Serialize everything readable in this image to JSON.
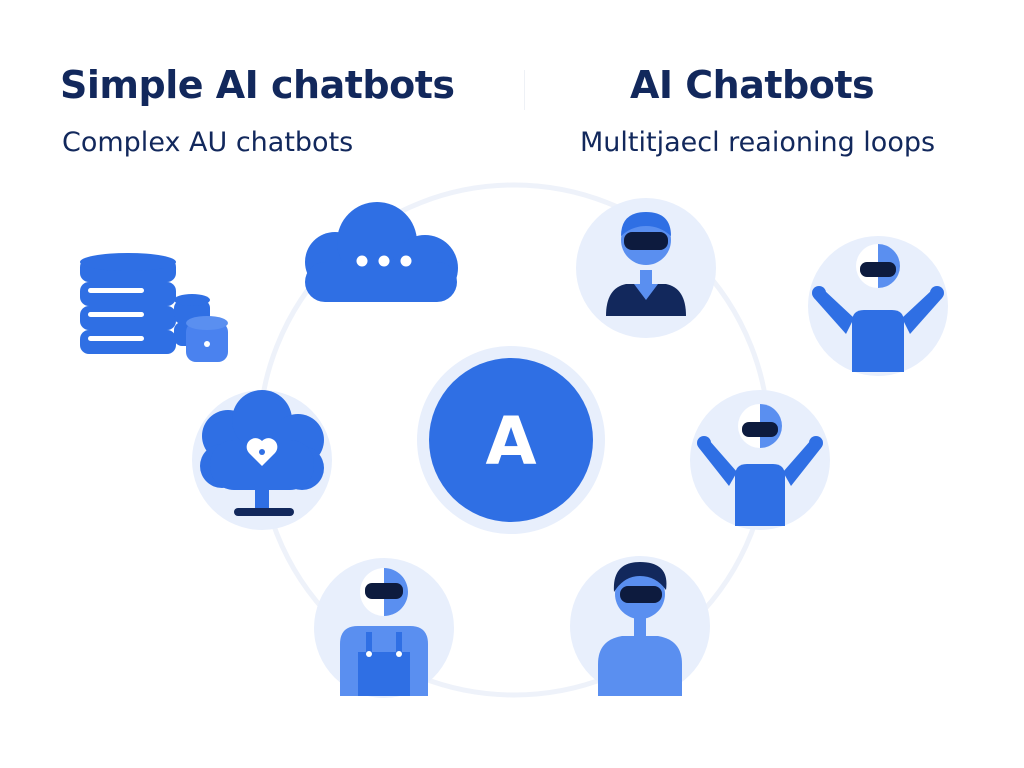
{
  "colors": {
    "navy": "#12285c",
    "primary": "#2f6fe4",
    "medium": "#4a82ef",
    "light": "#5a8ff0",
    "circle_bg": "#e8effc",
    "loop": "#eef2fa",
    "visor": "#0d1b3e"
  },
  "header": {
    "left_title": "Simple AI chatbots",
    "left_subtitle": "Complex AU chatbots",
    "right_title": "AI Chatbots",
    "right_subtitle": "Multitjaecl reaioning loops"
  },
  "center_node": {
    "label": "A"
  },
  "icons": {
    "database": "database-stack-icon",
    "cloud_chat": "cloud-chat-icon",
    "heart_tree": "heart-tree-icon",
    "agents": [
      "agent-vr-headset-icon",
      "agent-arms-raised-icon",
      "agent-arms-raised-icon",
      "agent-overalls-icon",
      "agent-vr-headset-icon"
    ]
  }
}
